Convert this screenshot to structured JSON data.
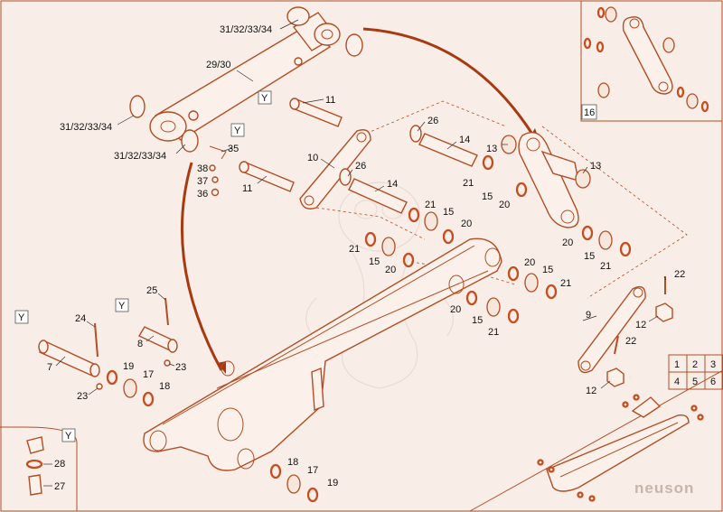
{
  "diagram": {
    "brand": "neuson",
    "inset_label": "16",
    "grid_numbers": [
      "1",
      "2",
      "3",
      "4",
      "5",
      "6"
    ],
    "labels": {
      "l31a": "31/32/33/34",
      "l2930": "29/30",
      "l31b": "31/32/33/34",
      "l31c": "31/32/33/34",
      "l35": "35",
      "l11a": "11",
      "l11b": "11",
      "l38": "38",
      "l37": "37",
      "l36": "36",
      "l10": "10",
      "l26a": "26",
      "l14a": "14",
      "l26b": "26",
      "l14b": "14",
      "l13a": "13",
      "l13b": "13",
      "l21a": "21",
      "l15a": "15",
      "l20a": "20",
      "l21b": "21",
      "l15b": "15",
      "l20b": "20",
      "l21c": "21",
      "l15c": "15",
      "l20c": "20",
      "l20d": "20",
      "l15d": "15",
      "l21d": "21",
      "l20e": "20",
      "l15e": "15",
      "l21e": "21",
      "l20f": "20",
      "l15f": "15",
      "l21f": "21",
      "l22a": "22",
      "l22b": "22",
      "l9": "9",
      "l12a": "12",
      "l12b": "12",
      "l25": "25",
      "l24": "24",
      "l8": "8",
      "l7": "7",
      "l23a": "23",
      "l23b": "23",
      "l19a": "19",
      "l17a": "17",
      "l18a": "18",
      "l18b": "18",
      "l17b": "17",
      "l19b": "19",
      "l28": "28",
      "l27": "27"
    },
    "y_tags": {
      "y1": "Y",
      "y2": "Y",
      "y3": "Y",
      "y4": "Y",
      "y5": "Y"
    }
  }
}
